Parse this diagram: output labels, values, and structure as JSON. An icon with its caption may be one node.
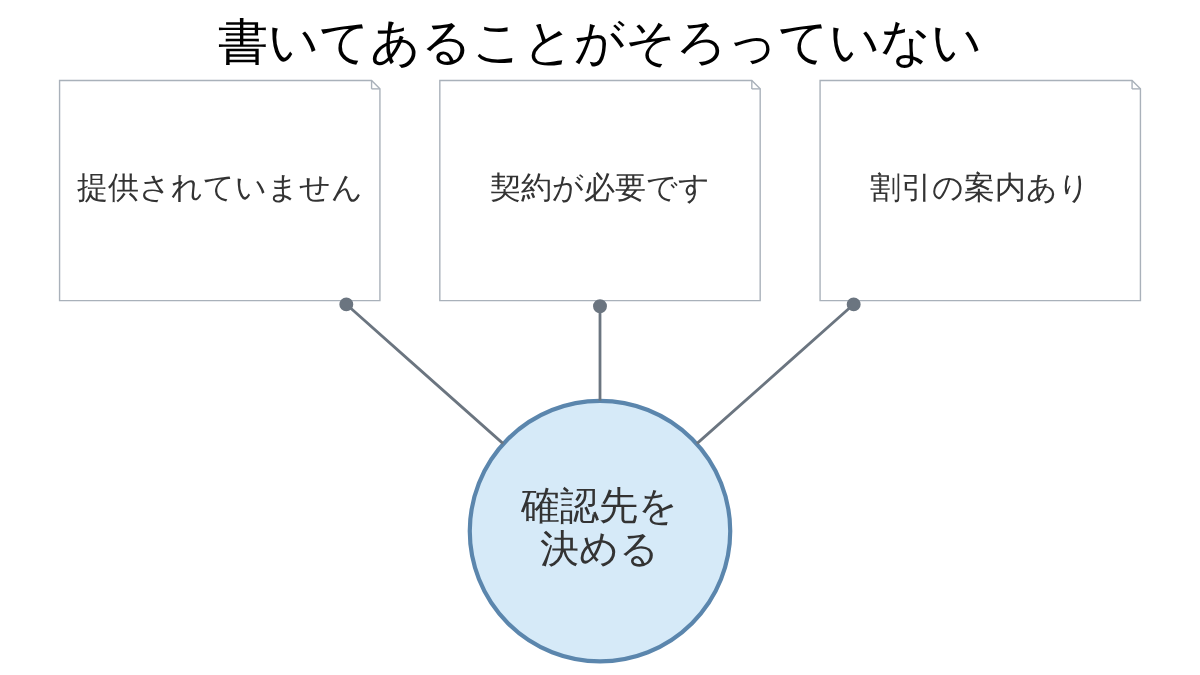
{
  "diagram": {
    "title": "書いてあることがそろっていない",
    "nodes": [
      {
        "text": [
          "提供されていません"
        ]
      },
      {
        "text": [
          "契約が必要です"
        ]
      },
      {
        "text": [
          "割引の案内あり"
        ]
      },
      {
        "text": [
          "確認先を決める"
        ]
      }
    ],
    "edges": [
      {
        "from": 0,
        "to": 3,
        "arrow": "other"
      },
      {
        "from": 1,
        "to": 3,
        "arrow": "other"
      },
      {
        "from": 2,
        "to": 3,
        "arrow": "other"
      }
    ]
  }
}
